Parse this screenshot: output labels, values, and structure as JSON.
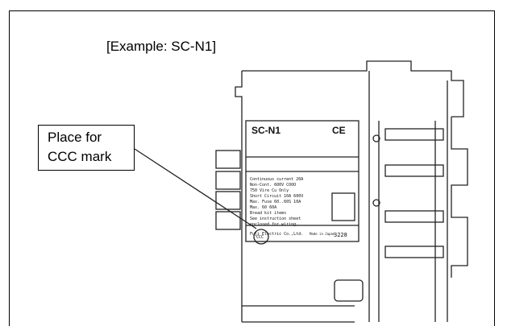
{
  "figure": {
    "example_caption": "[Example: SC-N1]",
    "callout_line1": "Place for",
    "callout_line2": "CCC mark"
  },
  "device_label": {
    "model": "SC-N1",
    "ce_mark": "CE",
    "maker": "Fuji Electric Co.,Ltd.",
    "origin": "Made in Japan",
    "code": "3228",
    "spec_lines": [
      "Continuous current 20A",
      "Non-Cont. 600V COOO",
      "750 Vire Cu Only",
      "Short Circuit 10A 600V",
      "Max. Fuse 60..60S 10A",
      "Max. 60 60A",
      "Bread kit items",
      "See instruction sheet",
      "enclosed for wiring."
    ],
    "cert_symbol": "CCC"
  }
}
